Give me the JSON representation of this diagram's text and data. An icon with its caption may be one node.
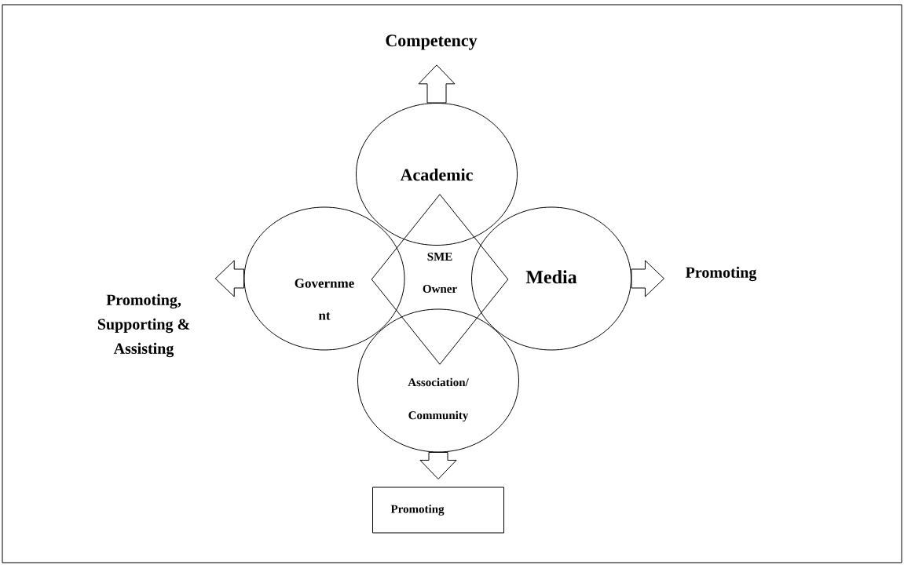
{
  "diagram": {
    "nodes": [
      {
        "text": [
          "Competency"
        ]
      },
      {
        "text": [
          "Academic"
        ]
      },
      {
        "text": [
          "Promoting, Supporting & Assisting"
        ]
      },
      {
        "text": [
          "Governme nt"
        ]
      },
      {
        "text": [
          "SME Owner"
        ]
      },
      {
        "text": [
          "Media"
        ]
      },
      {
        "text": [
          "Promoting"
        ]
      },
      {
        "text": [
          "Association/ Community"
        ]
      },
      {
        "text": [
          "Promoting"
        ]
      }
    ],
    "edges": [
      {
        "from": 1,
        "to": 0,
        "arrow": "to"
      },
      {
        "from": 3,
        "to": 2,
        "arrow": "to"
      },
      {
        "from": 5,
        "to": 6,
        "arrow": "to"
      },
      {
        "from": 7,
        "to": 8,
        "arrow": "to"
      }
    ]
  }
}
